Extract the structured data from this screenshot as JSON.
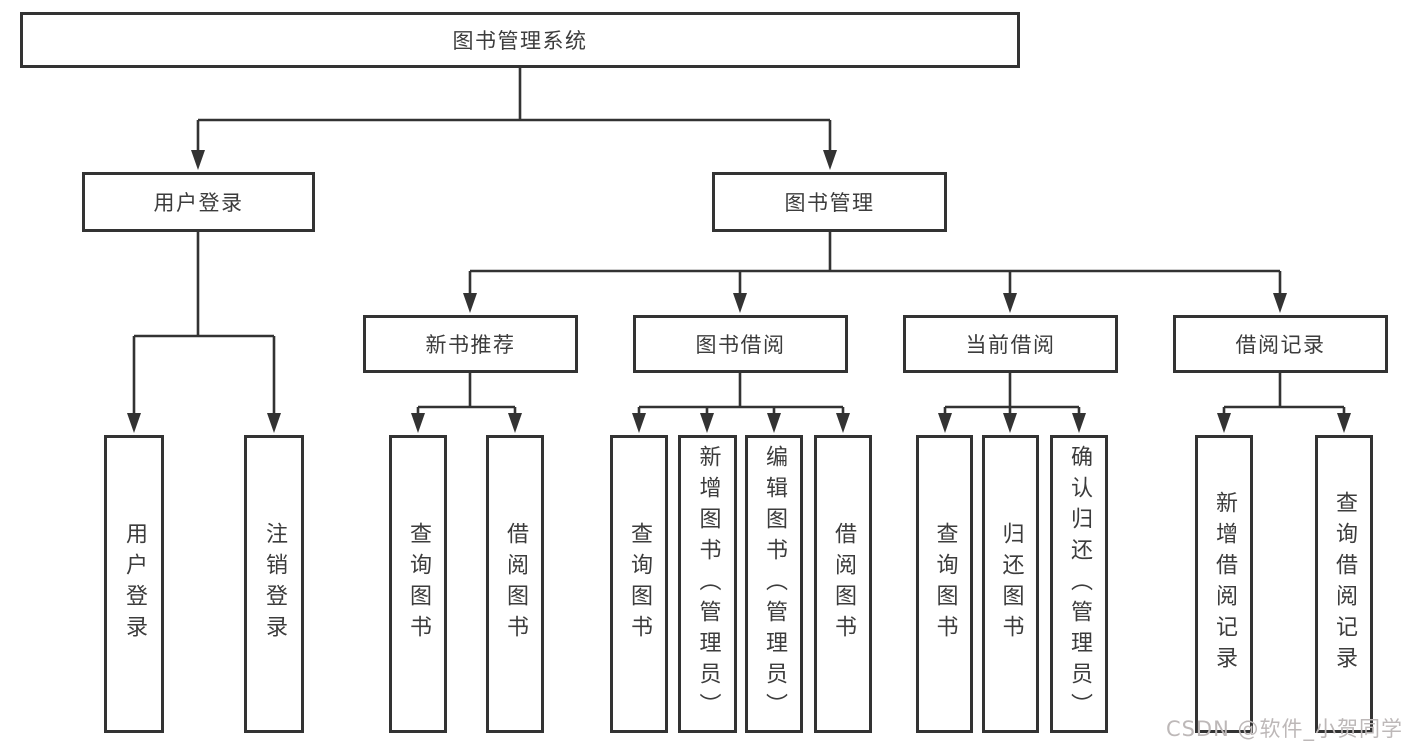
{
  "tree": {
    "root": "图书管理系统",
    "children": [
      {
        "label": "用户登录",
        "children": [
          "用户登录",
          "注销登录"
        ]
      },
      {
        "label": "图书管理",
        "children": [
          {
            "label": "新书推荐",
            "children": [
              "查询图书",
              "借阅图书"
            ]
          },
          {
            "label": "图书借阅",
            "children": [
              "查询图书",
              "新增图书（管理员）",
              "编辑图书（管理员）",
              "借阅图书"
            ]
          },
          {
            "label": "当前借阅",
            "children": [
              "查询图书",
              "归还图书",
              "确认归还（管理员）"
            ]
          },
          {
            "label": "借阅记录",
            "children": [
              "新增借阅记录",
              "查询借阅记录"
            ]
          }
        ]
      }
    ]
  },
  "watermark": "CSDN @软件_小贺同学",
  "colors": {
    "line": "#333333",
    "box_border": "#333333",
    "text": "#3c3c3c",
    "background": "#ffffff",
    "watermark": "#bdb8b8"
  }
}
